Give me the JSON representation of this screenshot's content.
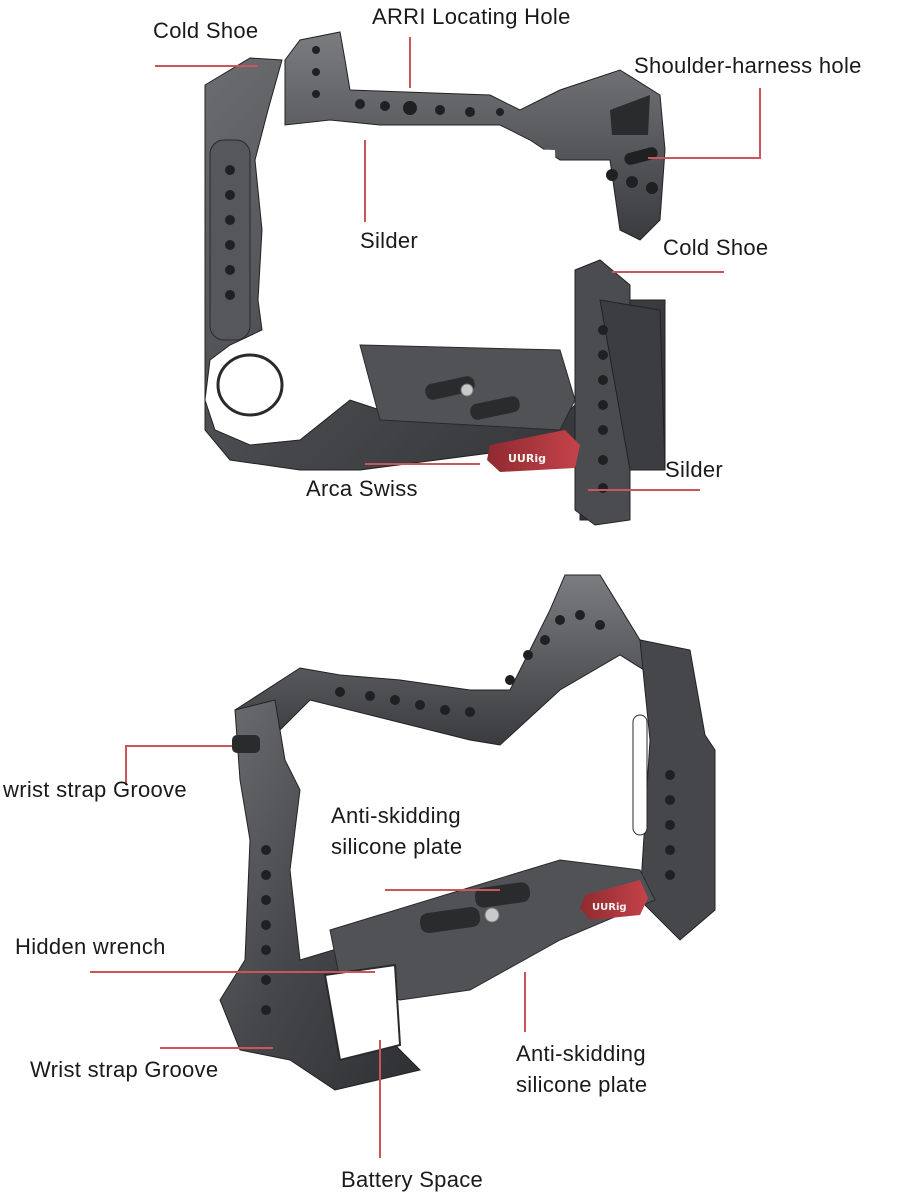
{
  "figure": {
    "title": "Camera cage feature callouts",
    "leader_color": "#c8565a",
    "metal_dark": "#3a3b3e",
    "metal_mid": "#55575b",
    "metal_light": "#8a8c90",
    "brand_red": "#b3363d",
    "brand_logo_text": "UURig"
  },
  "top_view": {
    "labels": [
      {
        "id": "cold-shoe-left",
        "text": "Cold Shoe"
      },
      {
        "id": "arri-locating-hole",
        "text": "ARRI Locating Hole"
      },
      {
        "id": "shoulder-harness-hole",
        "text": "Shoulder-harness hole"
      },
      {
        "id": "slider-top",
        "text": "Silder"
      },
      {
        "id": "cold-shoe-right",
        "text": "Cold Shoe"
      },
      {
        "id": "arca-swiss",
        "text": "Arca Swiss"
      },
      {
        "id": "slider-right",
        "text": "Silder"
      }
    ]
  },
  "bottom_view": {
    "labels": [
      {
        "id": "wrist-strap-groove-top",
        "text": "wrist strap Groove"
      },
      {
        "id": "anti-skidding-top",
        "line1": "Anti-skidding",
        "line2": "silicone plate"
      },
      {
        "id": "hidden-wrench",
        "text": "Hidden wrench"
      },
      {
        "id": "wrist-strap-groove-bottom",
        "text": "Wrist strap Groove"
      },
      {
        "id": "anti-skidding-bottom",
        "line1": "Anti-skidding",
        "line2": "silicone plate"
      },
      {
        "id": "battery-space",
        "text": "Battery Space"
      }
    ]
  }
}
